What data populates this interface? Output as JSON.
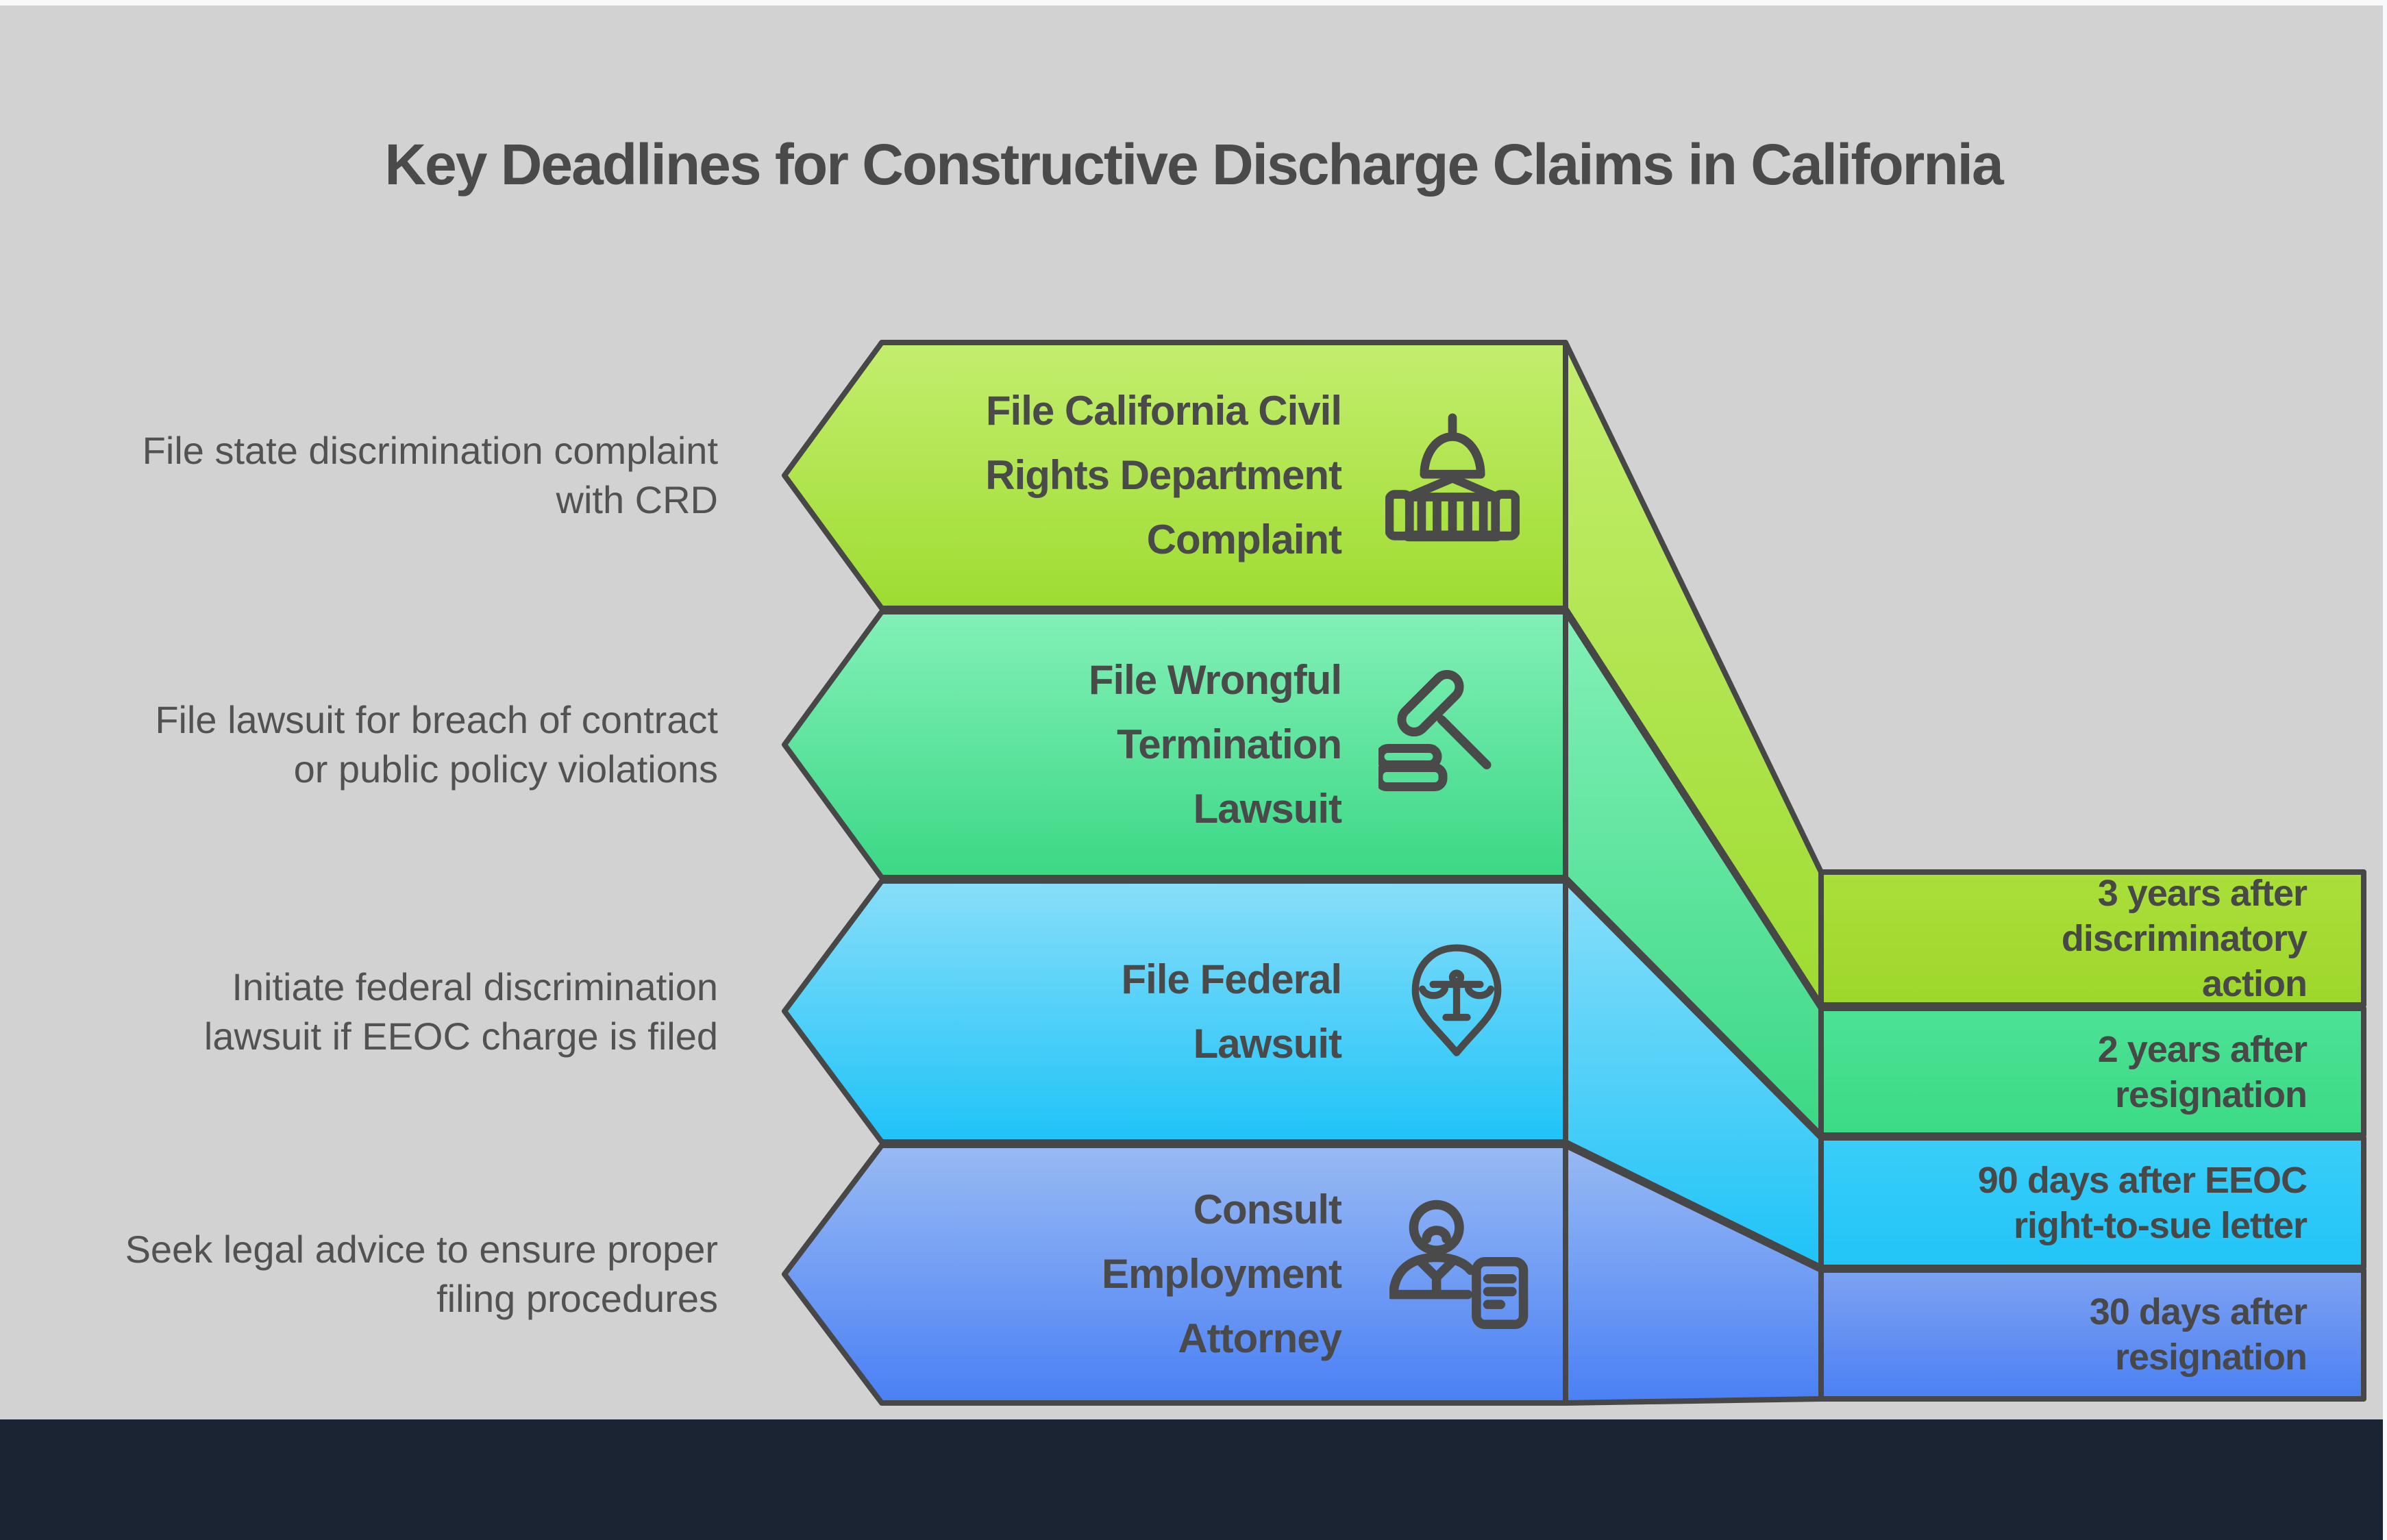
{
  "page": {
    "title": "Key Deadlines for Constructive Discharge Claims in California"
  },
  "colors": {
    "background": "#d2d2d2",
    "stroke": "#474747",
    "title_text": "#4a4a4a",
    "label_text": "#525252",
    "footer_bar": "#1a2432",
    "edge_highlight": "#f8f9fa"
  },
  "steps": [
    {
      "label_lines": [
        "File state discrimination complaint",
        "with CRD"
      ],
      "title_lines": [
        "File California Civil",
        "Rights Department",
        "Complaint"
      ],
      "icon": "capitol-building-icon",
      "deadline_lines": [
        "3 years after",
        "discriminatory",
        "action"
      ],
      "colors": {
        "arrow_top": "#c3ee6e",
        "arrow_bottom": "#9edc31",
        "box_top": "#aadf3a",
        "box_bottom": "#9ed72b"
      }
    },
    {
      "label_lines": [
        "File lawsuit for breach of contract",
        "or public policy violations"
      ],
      "title_lines": [
        "File Wrongful",
        "Termination",
        "Lawsuit"
      ],
      "icon": "gavel-icon",
      "deadline_lines": [
        "2 years after",
        "resignation"
      ],
      "colors": {
        "arrow_top": "#83f0b7",
        "arrow_bottom": "#3bd885",
        "box_top": "#4ce295",
        "box_bottom": "#3cda86"
      }
    },
    {
      "label_lines": [
        "Initiate federal discrimination",
        "lawsuit if EEOC charge is filed"
      ],
      "title_lines": [
        "File Federal",
        "Lawsuit"
      ],
      "icon": "scales-of-justice-icon",
      "deadline_lines": [
        "90 days after EEOC",
        "right-to-sue letter"
      ],
      "colors": {
        "arrow_top": "#88def9",
        "arrow_bottom": "#1ec3f8",
        "box_top": "#3bcdf8",
        "box_bottom": "#20c5f7"
      }
    },
    {
      "label_lines": [
        "Seek legal advice to ensure proper",
        "filing procedures"
      ],
      "title_lines": [
        "Consult",
        "Employment",
        "Attorney"
      ],
      "icon": "attorney-icon",
      "deadline_lines": [
        "30 days after",
        "resignation"
      ],
      "colors": {
        "arrow_top": "#98baf3",
        "arrow_bottom": "#4a80f5",
        "box_top": "#7ea2f1",
        "box_bottom": "#4b80f4"
      }
    }
  ]
}
